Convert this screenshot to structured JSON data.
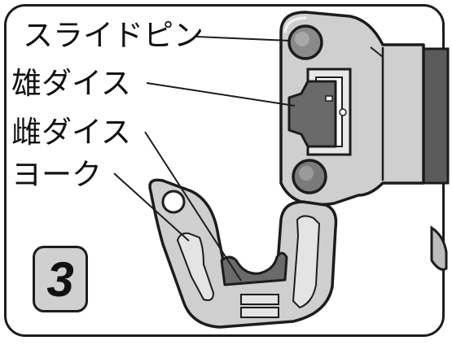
{
  "labels": {
    "slide_pin": "スライドピン",
    "male_die": "雄ダイス",
    "female_die": "雌ダイス",
    "yoke": "ヨーク"
  },
  "step_number": "3",
  "colors": {
    "outline": "#1c1c1c",
    "body_fill": "#cfcfcf",
    "body_light": "#e4e4e4",
    "dark_fill": "#6a6a6a",
    "pin_fill": "#7a7a7a",
    "badge_fill": "#d0d0d0"
  }
}
